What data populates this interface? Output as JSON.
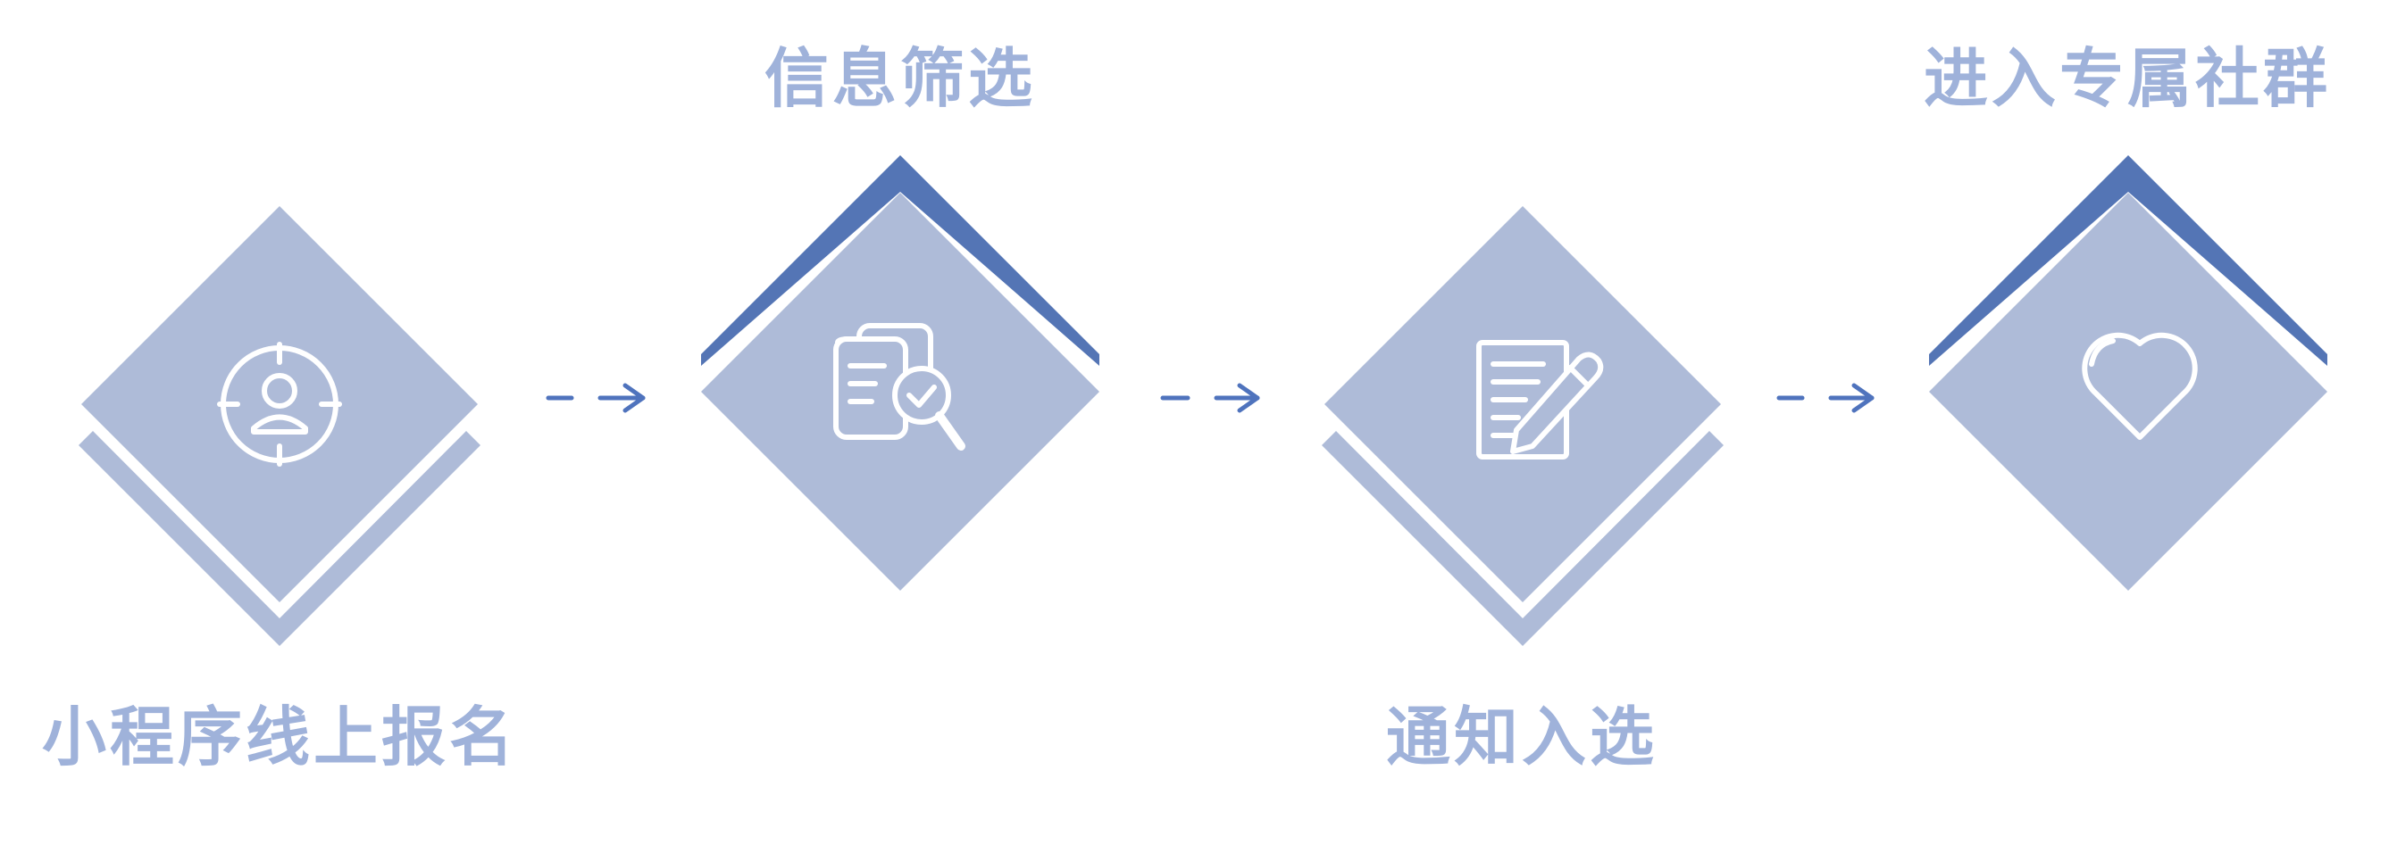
{
  "colors": {
    "diamond_fill": "#aebbd8",
    "accent": "#5475b5",
    "label_text": "#9fb2da",
    "arrow": "#4f73bd",
    "icon_stroke": "#ffffff"
  },
  "steps": [
    {
      "label": "小程序线上报名",
      "icon": "user-target-icon",
      "accent_position": "bottom"
    },
    {
      "label": "信息筛选",
      "icon": "document-search-check-icon",
      "accent_position": "top"
    },
    {
      "label": "通知入选",
      "icon": "document-edit-icon",
      "accent_position": "bottom"
    },
    {
      "label": "进入专属社群",
      "icon": "heart-icon",
      "accent_position": "top"
    }
  ]
}
